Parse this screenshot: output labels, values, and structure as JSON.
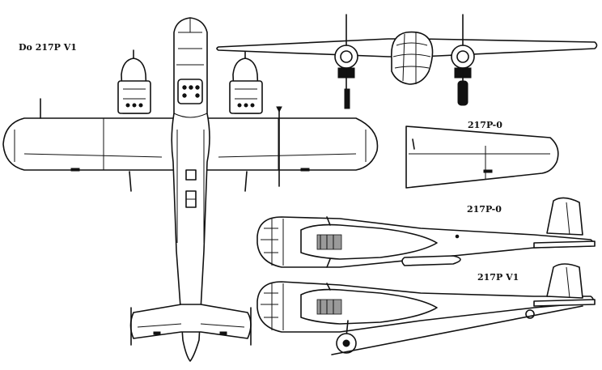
{
  "labels": {
    "main_title": "Do 217P V1",
    "wing_variant": "217P-0",
    "side_upper_variant": "217P-0",
    "side_lower_variant": "217P V1"
  },
  "colors": {
    "ink": "#111111",
    "paper": "#ffffff"
  }
}
